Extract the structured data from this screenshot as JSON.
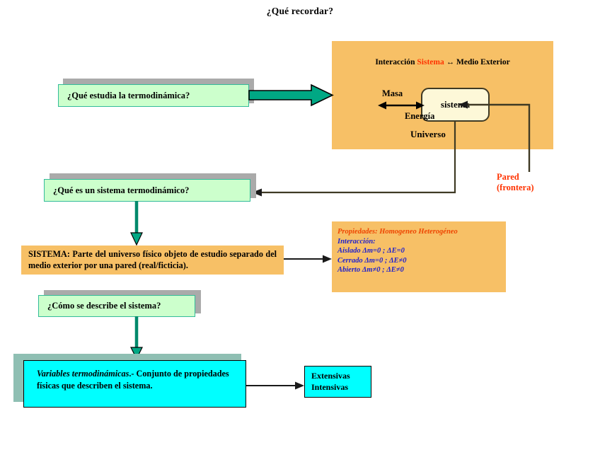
{
  "title": "¿Qué recordar?",
  "colors": {
    "orange_panel": "#F7C066",
    "green_box": "#CCFFCC",
    "green_border": "#33BB99",
    "cyan_box": "#00FFFF",
    "cream_box": "#FDF8D8",
    "shadow_gray": "#AAAAAA",
    "shadow_teal": "#8FBFB3",
    "arrow_teal": "#00A884",
    "red_accent": "#FF3300",
    "blue_text": "#2222CC"
  },
  "questions": {
    "q1": "¿Qué estudia la termodinámica?",
    "q2": "¿Qué es un sistema termodinámico?",
    "q3": "¿Cómo se describe el sistema?"
  },
  "interaction_panel": {
    "heading_part1": "Interacción",
    "heading_highlight": "Sistema",
    "heading_arrow": "↔",
    "heading_part2": "Medio Exterior",
    "label_masa": "Masa",
    "label_energia": "Energía",
    "label_universo": "Universo",
    "system_label": "sistema"
  },
  "wall_label": {
    "line1": "Pared",
    "line2": "(frontera)"
  },
  "system_definition": {
    "term": "SISTEMA:",
    "text": "Parte del universo físico objeto de estudio separado del medio exterior por una pared (real/ficticia)."
  },
  "properties_panel": {
    "line1": "Propiedades: Homogeneo Heterogéneo",
    "line2": "Interacción:",
    "line3": "Aislado Δm=0 ; ΔE=0",
    "line4": "Cerrado Δm=0 ; ΔE≠0",
    "line5": "Abierto Δm≠0 ; ΔE≠0"
  },
  "variables_box": {
    "term": "Variables termodinámicas",
    "text": ".- Conjunto de propiedades físicas que describen el  sistema."
  },
  "classification_box": {
    "line1": "Extensivas",
    "line2": "Intensivas"
  }
}
